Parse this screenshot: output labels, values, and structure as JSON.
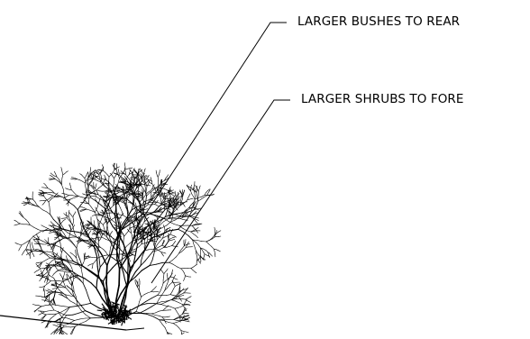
{
  "diagram": {
    "callouts": [
      {
        "id": "rear",
        "text": "LARGER BUSHES TO REAR"
      },
      {
        "id": "fore",
        "text": "LARGER SHRUBS TO FORE"
      }
    ],
    "colors": {
      "ink": "#000000",
      "background": "#ffffff"
    }
  }
}
